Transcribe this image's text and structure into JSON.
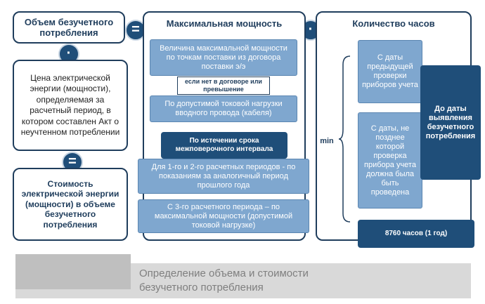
{
  "left": {
    "title": "Объем безучетного потребления",
    "op_multiply": "·",
    "price_text": "Цена электрической энергии (мощности), определяемая за расчетный период, в котором составлен Акт о неучтенном потреблении",
    "op_equals": "=",
    "result_text": "Стоимость электрической энергии (мощности) в объеме безучетного потребления"
  },
  "op_equals_main": "=",
  "op_multiply_main": "·",
  "middle": {
    "title": "Максимальная мощность",
    "box1": "Величина максимальной мощности по точкам поставки из договора поставки э/э",
    "note": "если нет в договоре или превышение",
    "box2": "По допустимой токовой нагрузки вводного провода (кабеля)",
    "box3": "По истечении срока межповерочного интервала",
    "box4": "Для 1-го и 2-го расчетных периодов - по показаниям за аналогичный период прошлого года",
    "box5": "С 3-го расчетного периода – по максимальной мощности (допустимой токовой нагрузке)"
  },
  "right": {
    "title": "Количество часов",
    "min_label": "min",
    "box1": "С даты предыдущей проверки приборов учета",
    "box2": "С даты, не позднее которой проверка прибора учета должна была быть проведена",
    "box3": "До даты выявления безучетного потребления",
    "box4": "8760 часов (1 год)"
  },
  "footer": {
    "caption": "Определение объема и стоимости безучетного потребления"
  }
}
